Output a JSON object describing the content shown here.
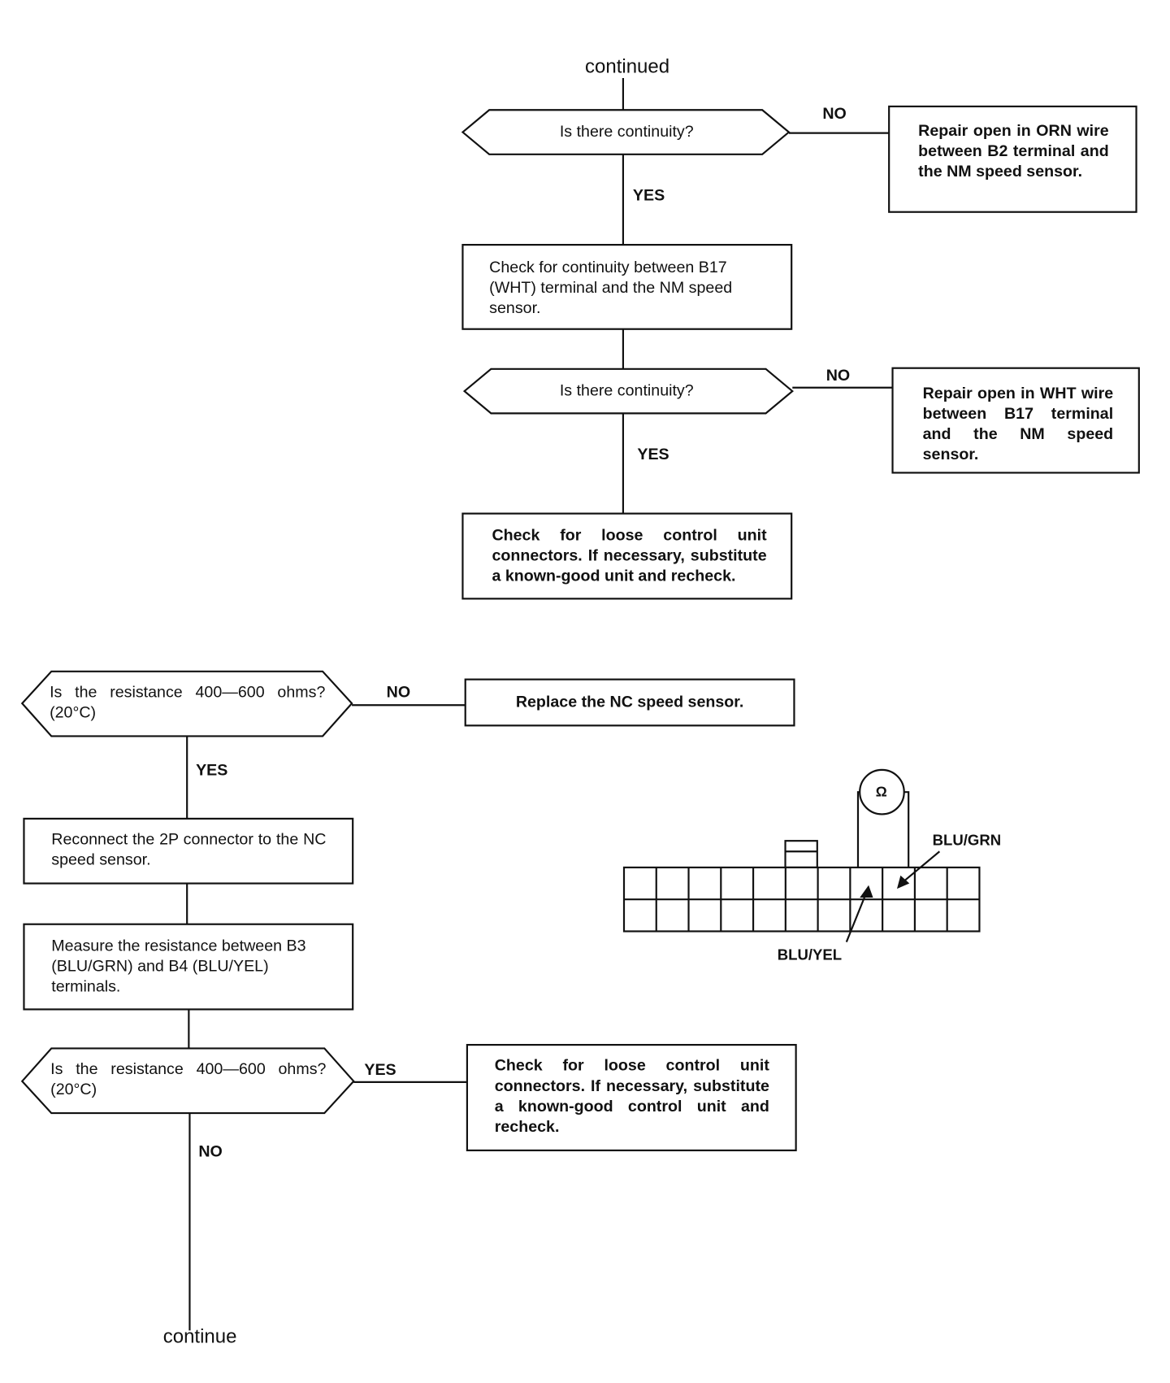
{
  "top": {
    "continued": "continued",
    "q1": "Is there continuity?",
    "q1_no": "NO",
    "q1_yes": "YES",
    "r1": "Repair open in ORN wire between B2 terminal and the NM speed sensor.",
    "step1": "Check for continuity between B17 (WHT) terminal and the NM speed sensor.",
    "q2": "Is there continuity?",
    "q2_no": "NO",
    "q2_yes": "YES",
    "r2": "Repair open in WHT wire between B17 terminal and the NM speed sensor.",
    "step2": "Check for loose control unit connectors. If necessary, substitute a known-good unit and recheck."
  },
  "bottom": {
    "q3": "Is the resistance 400—600 ohms? (20°C)",
    "q3_no": "NO",
    "q3_yes": "YES",
    "r3": "Replace the NC speed sensor.",
    "step3": "Reconnect the 2P connector to the NC speed sensor.",
    "step4": "Measure the resistance between B3 (BLU/GRN) and B4 (BLU/YEL) terminals.",
    "q4": "Is the resistance 400—600 ohms? (20°C)",
    "q4_yes": "YES",
    "q4_no": "NO",
    "r4": "Check for loose control unit connectors. If necessary, substitute a known-good control unit and recheck.",
    "continue": "continue"
  },
  "connector": {
    "meter_symbol": "Ω",
    "label_grn": "BLU/GRN",
    "label_yel": "BLU/YEL"
  }
}
